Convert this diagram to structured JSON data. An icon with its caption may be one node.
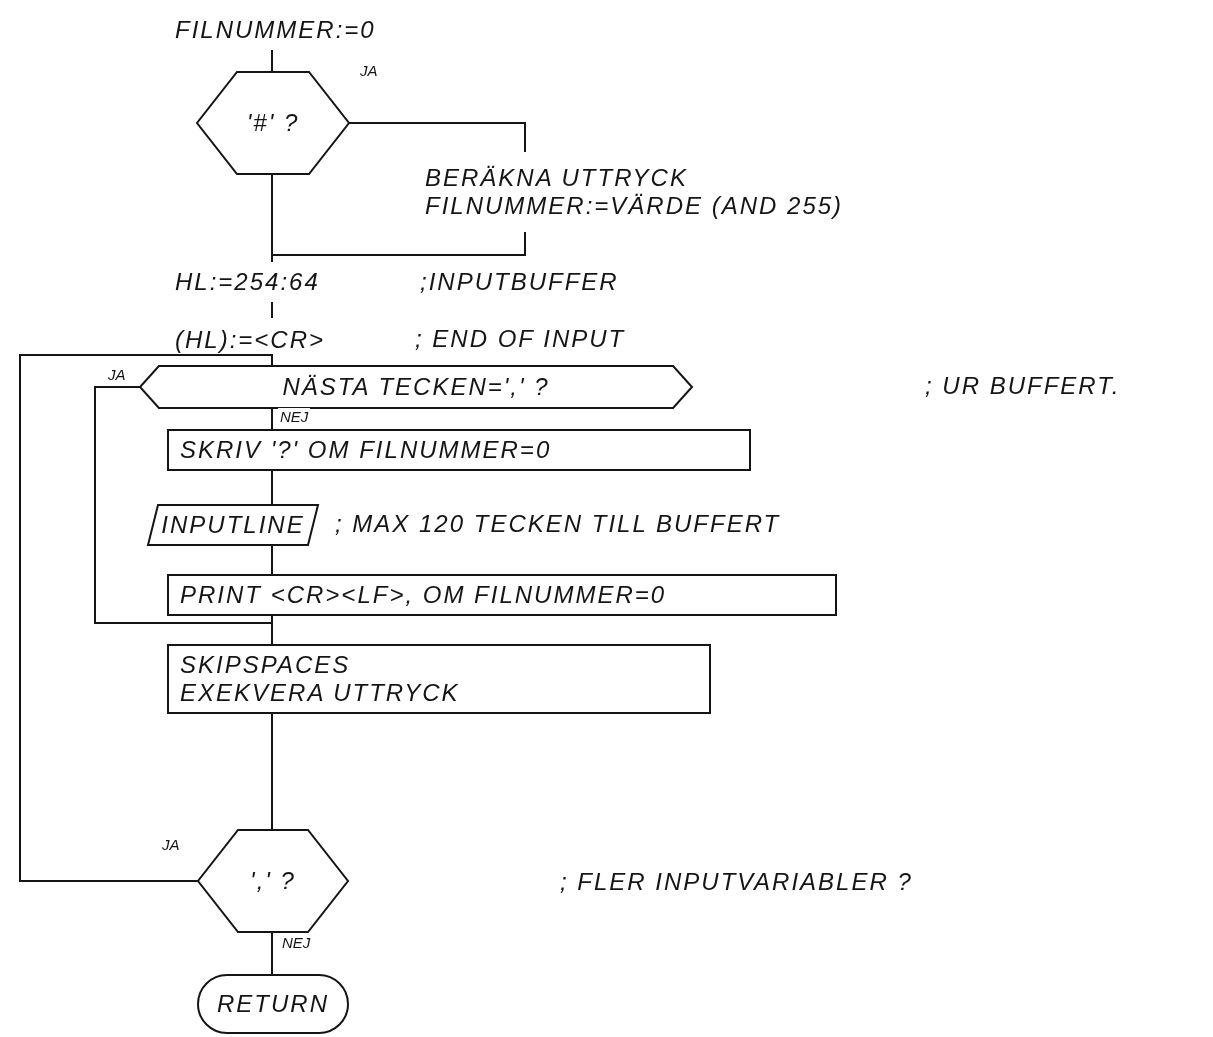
{
  "diagram": {
    "nodes": [
      {
        "text": [
          "FILNUMMER:=0"
        ]
      },
      {
        "text": [
          "'#' ?"
        ]
      },
      {
        "text": [
          "BERÄKNA UTTRYCK",
          "FILNUMMER:=VÄRDE (AND 255)"
        ]
      },
      {
        "text": [
          "HL:=254:64"
        ]
      },
      {
        "text": [
          "(HL):=<CR>"
        ]
      },
      {
        "text": [
          "NÄSTA TECKEN=',' ?"
        ]
      },
      {
        "text": [
          "SKRIV '?' OM FILNUMMER=0"
        ]
      },
      {
        "text": [
          "INPUTLINE"
        ],
        "beside": [
          "; MAX 120 TECKEN TILL BUFFERT"
        ]
      },
      {
        "text": [
          "PRINT <CR><LF>, OM FILNUMMER=0"
        ]
      },
      {
        "text": [
          "SKIPSPACES",
          "EXEKVERA UTTRYCK"
        ]
      },
      {
        "text": [
          "',' ?"
        ]
      },
      {
        "text": [
          "RETURN"
        ]
      }
    ],
    "edges": [
      {
        "from": 0,
        "to": 1,
        "arrow": "none"
      },
      {
        "from": 1,
        "to": 2,
        "arrow": "none",
        "label": "JA"
      },
      {
        "from": 2,
        "to": 3,
        "arrow": "none"
      },
      {
        "from": 1,
        "to": 3,
        "arrow": "none"
      },
      {
        "from": 3,
        "to": 4,
        "arrow": "none"
      },
      {
        "from": 4,
        "to": 5,
        "arrow": "none"
      },
      {
        "from": 5,
        "to": 6,
        "arrow": "none",
        "label": "NEJ"
      },
      {
        "from": 6,
        "to": 7,
        "arrow": "none"
      },
      {
        "from": 7,
        "to": 8,
        "arrow": "none"
      },
      {
        "from": 8,
        "to": 9,
        "arrow": "none"
      },
      {
        "from": 5,
        "to": 9,
        "arrow": "none",
        "label": "JA"
      },
      {
        "from": 9,
        "to": 10,
        "arrow": "none"
      },
      {
        "from": 10,
        "to": 5,
        "arrow": "none",
        "label": "JA"
      },
      {
        "from": 10,
        "to": 11,
        "arrow": "none",
        "label": "NEJ"
      }
    ],
    "labels": [
      ";INPUTBUFFER",
      "; END OF INPUT",
      "; UR BUFFERT.",
      "; FLER INPUTVARIABLER ?"
    ]
  }
}
